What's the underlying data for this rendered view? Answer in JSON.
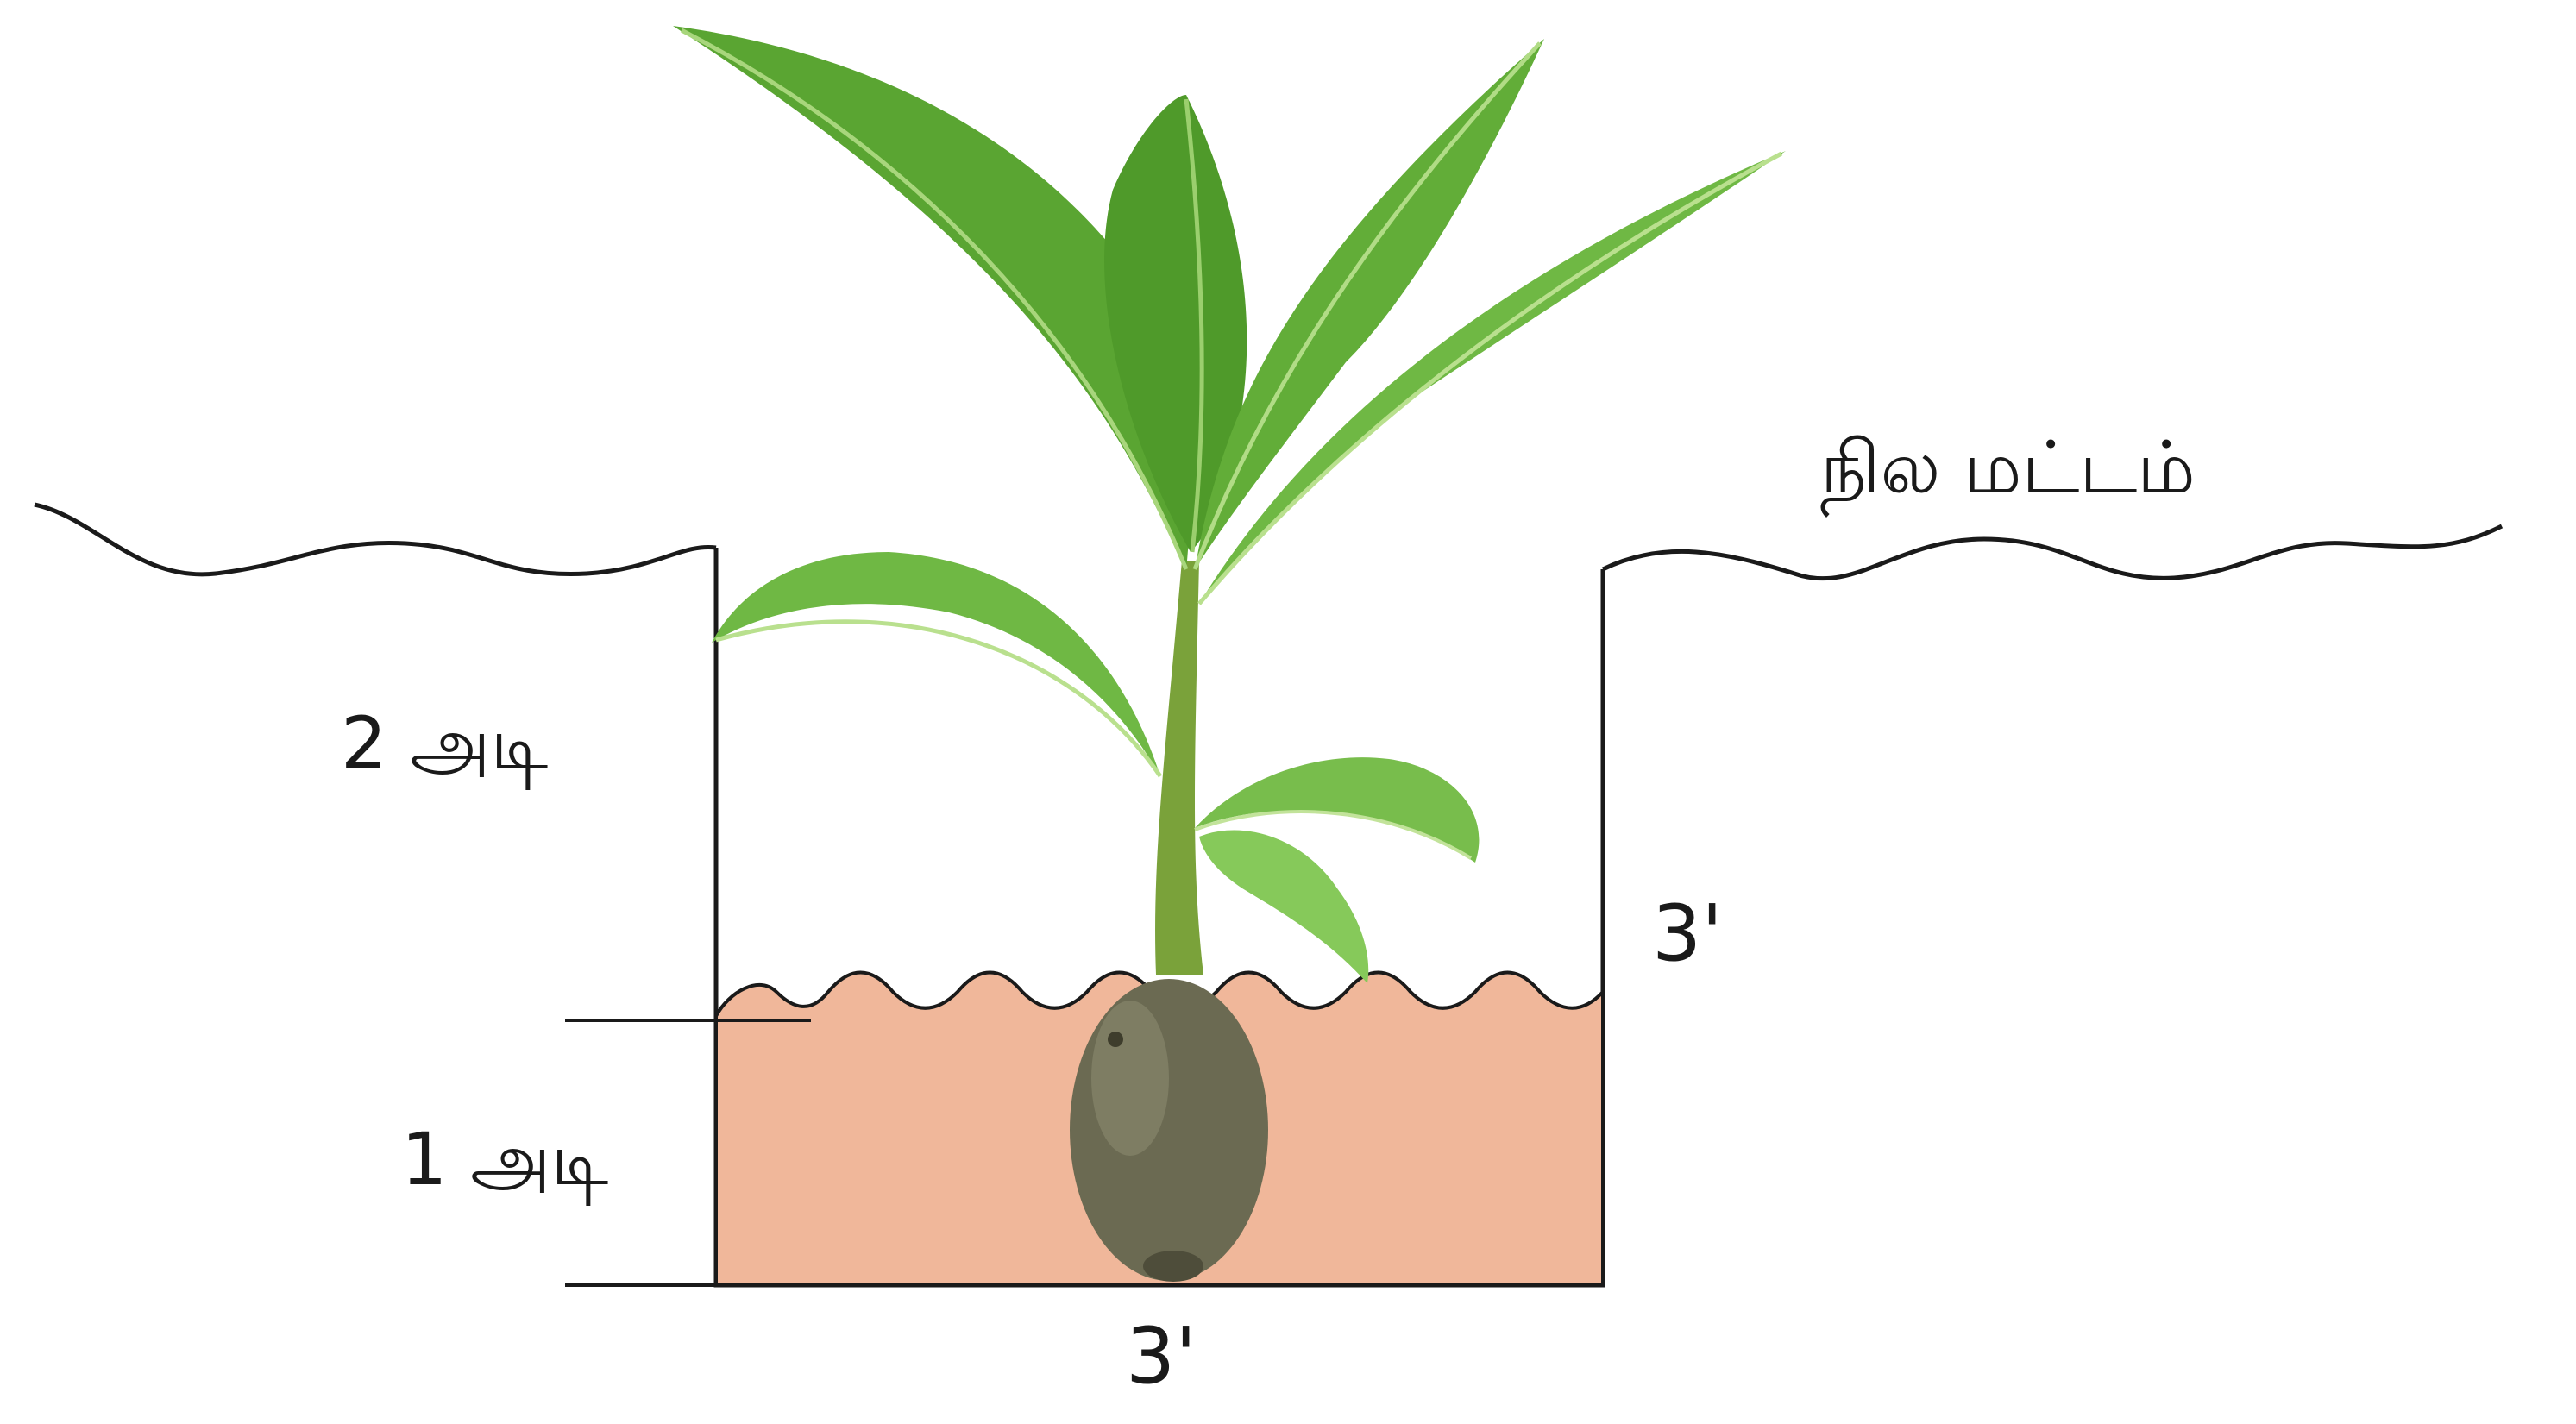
{
  "labels": {
    "ground_level": "நில மட்டம்",
    "upper_depth": "2 அடி",
    "lower_depth": "1 அடி",
    "pit_depth": "3'",
    "pit_width": "3'"
  },
  "colors": {
    "soil_fill": "#f0b79a",
    "line": "#1a1a1a",
    "leaf_dark": "#4f9a2a",
    "leaf_light": "#86c95a",
    "coconut": "#6b6a52"
  }
}
